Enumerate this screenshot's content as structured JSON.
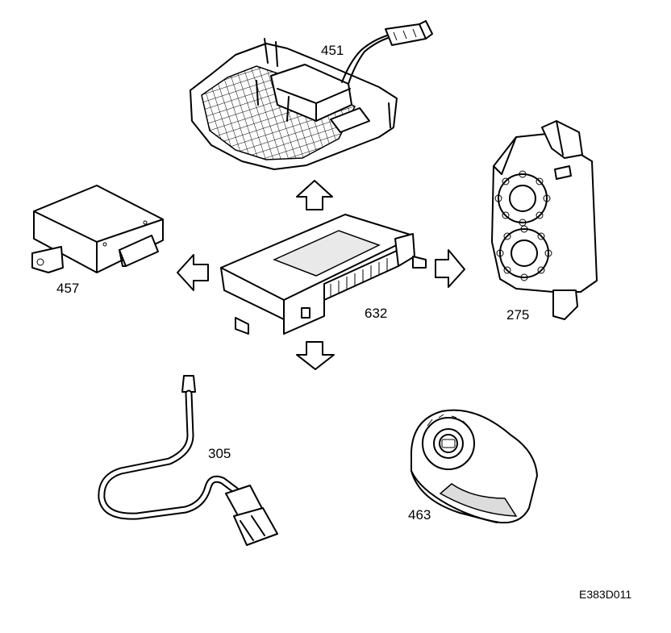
{
  "labels": {
    "roof_console": "451",
    "control_module": "632",
    "siren": "275",
    "module_457": "457",
    "sensor_cable": "305",
    "ignition_switch": "463",
    "figure_code": "E383D011"
  }
}
